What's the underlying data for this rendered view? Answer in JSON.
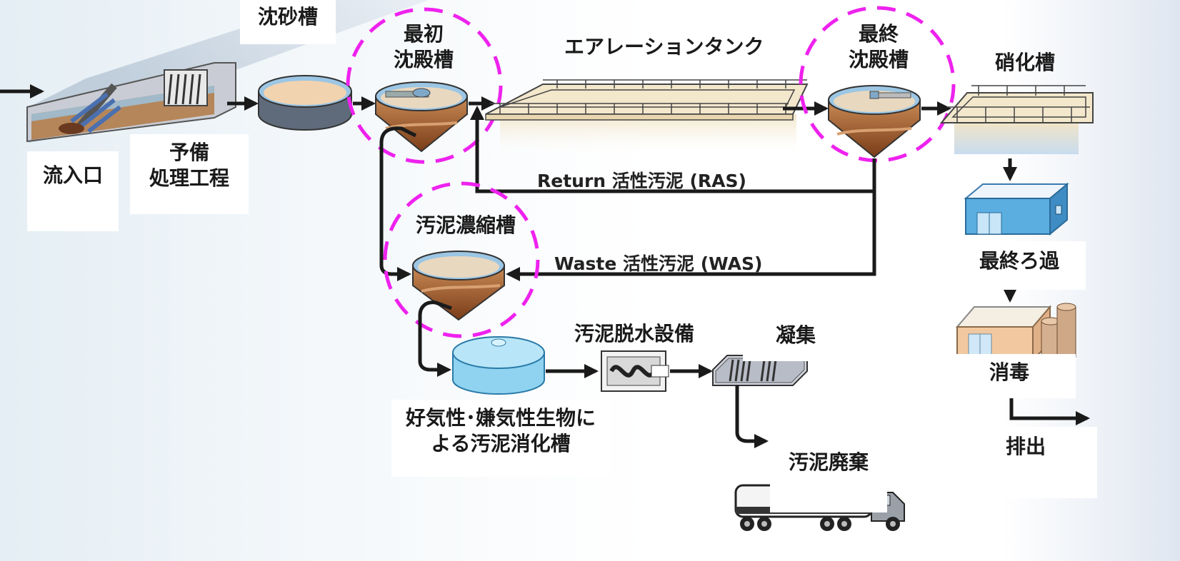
{
  "labels": {
    "inlet": "流入口",
    "preliminary_line1": "予備",
    "preliminary_line2": "処理工程",
    "grit_chamber": "沈砂槽",
    "primary_line1": "最初",
    "primary_line2": "沈殿槽",
    "aeration_tank": "エアレーションタンク",
    "final_line1": "最終",
    "final_line2": "沈殿槽",
    "nitrification": "硝化槽",
    "final_filtration": "最終ろ過",
    "disinfection": "消毒",
    "discharge": "排出",
    "thickener": "汚泥濃縮槽",
    "digester_line1": "好気性･嫌気性生物に",
    "digester_line2": "よる汚泥消化槽",
    "dewatering": "汚泥脱水設備",
    "coagulation": "凝集",
    "sludge_disposal": "汚泥廃棄"
  },
  "flows": {
    "ras": "Return 活性汚泥 (RAS)",
    "was": "Waste 活性汚泥 (WAS)"
  },
  "colors": {
    "highlight_ring": "#ee22ee",
    "arrow": "#1a1a1a",
    "sludge": "#a0562a",
    "water": "#7ab8d8",
    "building_blue": "#5aaee0",
    "digester": "#8fd3f0"
  }
}
